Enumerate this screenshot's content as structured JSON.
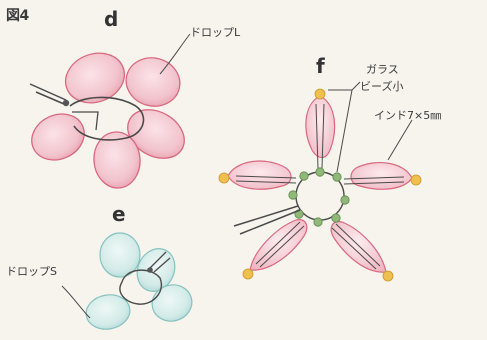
{
  "figure": {
    "number": "図4"
  },
  "labels": {
    "d": "d",
    "e": "e",
    "f": "f",
    "drop_l": "ドロップL",
    "drop_s": "ドロップS",
    "glass_line1": "ガラス",
    "glass_line2": "ビーズ小",
    "indo": "インド7×5㎜"
  },
  "colors": {
    "pink_fill": "#f2c4cd",
    "pink_stroke": "#d9687f",
    "blue_fill": "#d3ebe8",
    "blue_stroke": "#86c2c0",
    "wire": "#4a4a4a",
    "green_bead": "#8fb879",
    "orange_bead": "#f0c04e"
  }
}
